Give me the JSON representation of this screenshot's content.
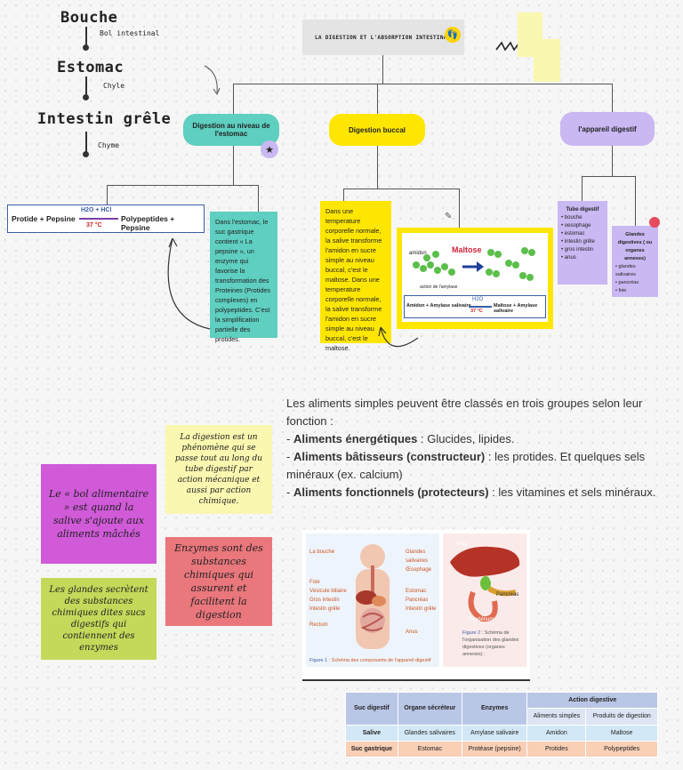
{
  "stages": [
    {
      "name": "Bouche",
      "arrow_label": "Bol intestinal"
    },
    {
      "name": "Estomac",
      "arrow_label": "Chyle"
    },
    {
      "name": "Intestin grêle",
      "arrow_label": "Chyme"
    }
  ],
  "map": {
    "title": "LA DIGESTION ET L'ABSORPTION INTESTINALE",
    "branches": [
      {
        "label": "Digestion au niveau de l'estomac",
        "color": "#5ecfc0"
      },
      {
        "label": "Digestion buccal",
        "color": "#ffe600"
      },
      {
        "label": "l'appareil digestif",
        "color": "#c9b8f2"
      }
    ]
  },
  "stomach": {
    "equation": {
      "left": "Protide + Pepsine",
      "catalyst": "H2O + HCl",
      "temp": "37 °C",
      "right": "Polypeptides + Pepsine"
    },
    "note": "Dans l'estomac, le suc gastrique contient « La pepsine », un enzyme qui favorise la transformation des Proteines (Protides complexes) en polypeptides. C'est la simplification partielle des protides."
  },
  "mouth": {
    "note": "Dans une temperature corporelle normale, la salive transforme l'amidon en sucre simple au niveau buccal, c'est le maltose. Dans une temperature corporelle normale, la salive transforme l'amidon en sucre simple au niveau buccal, c'est le maltose.",
    "diagram": {
      "starch": "amidon",
      "product": "Maltose",
      "enzyme_caption": "action de l'amylase"
    },
    "equation": {
      "left": "Amidon + Amylase salivaire",
      "catalyst": "H2O",
      "temp": "37 °C",
      "right": "Maltose + Amylase salivaire"
    }
  },
  "apparatus": {
    "tube_title": "Tube digestif",
    "tube_items": [
      "bouche",
      "oesophage",
      "estomac",
      "intestin grêle",
      "gros intestin",
      "anus"
    ],
    "glands_title": "Glandes digestives ( ou organes annexes)",
    "glands_items": [
      "glandes salivaires",
      "pancréas",
      "foie"
    ]
  },
  "sticky_notes": {
    "digestion_phenomene": "La digestion est un phénomène qui se passe tout au long du tube digestif par action mécanique et aussi par action chimique.",
    "bol_alimentaire": "Le « bol alimentaire » est quand la salive s'ajoute aux aliments mâchés",
    "enzymes": "Enzymes sont des substances chimiques qui assurent et facilitent la digestion",
    "glandes": "Les glandes secrètent des substances chimiques dites sucs digestifs qui contiennent des enzymes"
  },
  "food_groups": {
    "intro": "Les aliments simples peuvent être classés en trois groupes selon leur fonction :",
    "groups": [
      {
        "name": "Aliments énergétiques",
        "desc": " : Glucides, lipides."
      },
      {
        "name": "Aliments bâtisseurs (constructeur)",
        "desc": " : les protides. Et quelques sels minéraux (ex. calcium)"
      },
      {
        "name": "Aliments fonctionnels (protecteurs)",
        "desc": " : les vitamines et sels minéraux."
      }
    ]
  },
  "figure1": {
    "labels_left": [
      "La bouche",
      "Foie",
      "Vésicule biliaire",
      "Gros intestin",
      "Intestin grêle",
      "Rectum"
    ],
    "labels_right": [
      "Glandes salivaires",
      "Œsophage",
      "Estomac",
      "Pancréas",
      "Intestin grêle",
      "Anus"
    ],
    "caption_num": "Figure 1",
    "caption": "Schéma des composants de l'appareil digestif"
  },
  "figure2": {
    "labels": [
      "Foie",
      "Vésicule biliaire",
      "Pancréas",
      "Duodénum"
    ],
    "caption_num": "Figure 2",
    "caption": "Schéma de l'organisation des glandes digestives (organes annexes) :"
  },
  "table": {
    "headers": [
      "Suc digestif",
      "Organe sécréteur",
      "Enzymes",
      "Action digestive"
    ],
    "subheaders": [
      "Aliments simples",
      "Produits de digestion"
    ],
    "rows": [
      [
        "Salive",
        "Glandes salivaires",
        "Amylase salivaire",
        "Amidon",
        "Maltose"
      ],
      [
        "Suc gastrique",
        "Estomac",
        "Protéase (pepsine)",
        "Protides",
        "Polypeptides"
      ]
    ]
  }
}
